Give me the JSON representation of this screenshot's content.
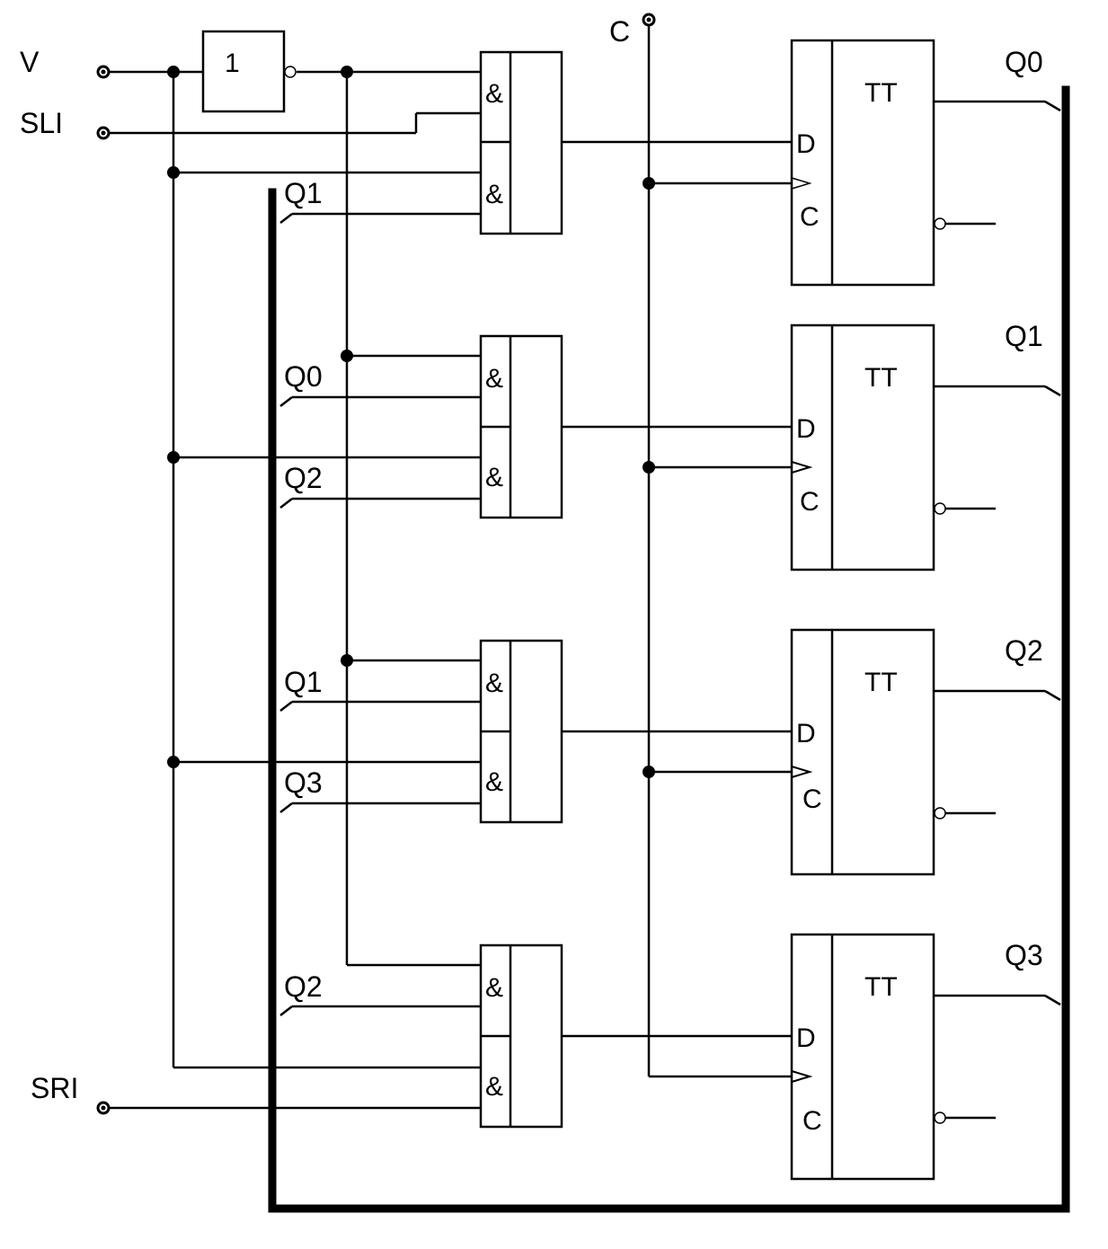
{
  "inputs": {
    "v": "V",
    "sli": "SLI",
    "sri": "SRI",
    "clock": "C"
  },
  "inverter_label": "1",
  "and_symbol": "&",
  "flipflop": {
    "type_label": "TT",
    "d_label": "D",
    "c_label": "C"
  },
  "bus_labels_left": [
    "Q1",
    "Q0",
    "Q2",
    "Q1",
    "Q3",
    "Q2"
  ],
  "outputs": [
    "Q0",
    "Q1",
    "Q2",
    "Q3"
  ]
}
